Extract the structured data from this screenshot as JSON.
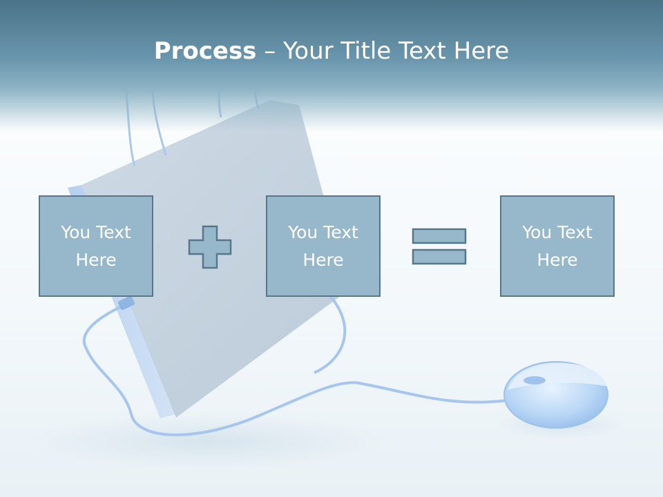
{
  "title": {
    "bold": "Process",
    "rest": " – Your Title Text Here"
  },
  "boxes": [
    {
      "text": "You Text Here"
    },
    {
      "text": "You Text Here"
    },
    {
      "text": "You Text Here"
    }
  ],
  "operators": {
    "first": "plus-icon",
    "second": "equals-icon"
  },
  "colors": {
    "title_band": "#5f8aa1",
    "box_fill": "#97b8cb",
    "box_border": "#56778a",
    "box_text": "#ffffff",
    "illustration": "#9fc0e8"
  }
}
